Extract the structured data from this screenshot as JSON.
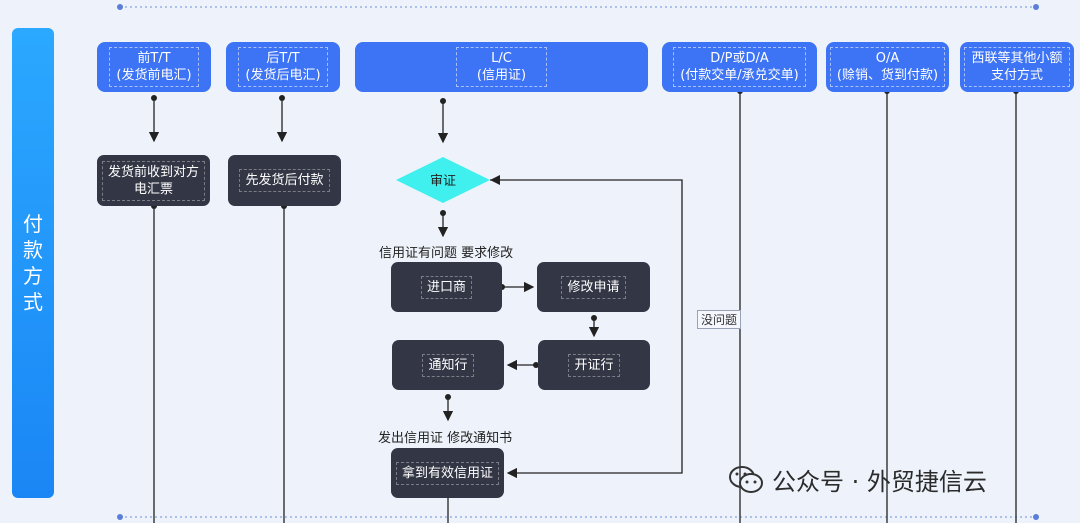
{
  "side_title": [
    "付",
    "款",
    "方",
    "式"
  ],
  "headers": [
    {
      "id": "tt-before",
      "lines": [
        "前T/T",
        "(发货前电汇)"
      ]
    },
    {
      "id": "tt-after",
      "lines": [
        "后T/T",
        "(发货后电汇)"
      ]
    },
    {
      "id": "lc",
      "lines": [
        "L/C",
        "(信用证)"
      ]
    },
    {
      "id": "dp-da",
      "lines": [
        "D/P或D/A",
        "(付款交单/承兑交单)"
      ]
    },
    {
      "id": "oa",
      "lines": [
        "O/A",
        "(赊销、货到付款)"
      ]
    },
    {
      "id": "western-union",
      "lines": [
        "西联等其他小额",
        "支付方式"
      ]
    }
  ],
  "boxes": {
    "receive_receipt": [
      "发货前收到对方",
      "电汇票"
    ],
    "ship_then_pay": [
      "先发货后付款"
    ],
    "importer": [
      "进口商"
    ],
    "amend_request": [
      "修改申请"
    ],
    "issuing_bank": [
      "开证行"
    ],
    "advising_bank": [
      "通知行"
    ],
    "valid_lc": [
      "拿到有效信用证"
    ]
  },
  "review": "审证",
  "labels": {
    "lc_problem": "信用证有问题 要求修改",
    "no_problem": "没问题",
    "issue_notice": "发出信用证 修改通知书"
  },
  "watermark": "公众号 · 外贸捷信云",
  "colors": {
    "header_blue": "#3d73f5",
    "side_blue": "#1a86f5",
    "dark_box": "#333645",
    "diamond": "#3ff0ee",
    "line": "#222222"
  }
}
